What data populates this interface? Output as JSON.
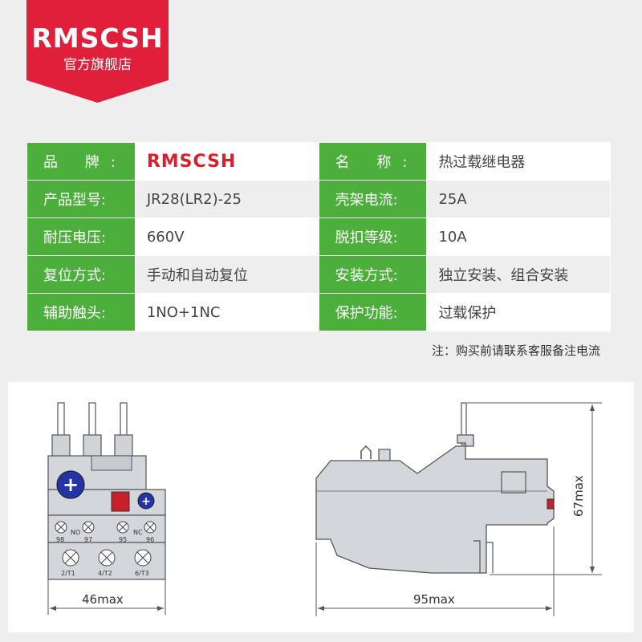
{
  "brand": {
    "logo": "RMSCSH",
    "subtitle": "官方旗舰店",
    "color": "#e0203a"
  },
  "specs": {
    "rows": [
      {
        "k1": "品 牌:",
        "v1": "RMSCSH",
        "k2": "名 称:",
        "v2": "热过载继电器"
      },
      {
        "k1": "产品型号:",
        "v1": "JR28(LR2)-25",
        "k2": "壳架电流:",
        "v2": "25A"
      },
      {
        "k1": "耐压电压:",
        "v1": "660V",
        "k2": "脱扣等级:",
        "v2": "10A"
      },
      {
        "k1": "复位方式:",
        "v1": "手动和自动复位",
        "k2": "安装方式:",
        "v2": "独立安装、组合安装"
      },
      {
        "k1": "辅助触头:",
        "v1": "1NO+1NC",
        "k2": "保护功能:",
        "v2": "过载保护"
      }
    ],
    "key_color": "#4daf3b"
  },
  "note": "注：购买前请联系客服备注电流",
  "drawing": {
    "front": {
      "width_label": "46max",
      "terminal_labels": [
        "98",
        "97",
        "95",
        "96"
      ],
      "contact_labels": [
        "NO",
        "NC"
      ],
      "output_labels": [
        "2/T1",
        "4/T2",
        "6/T3"
      ],
      "plus": "+"
    },
    "side": {
      "width_label": "95max",
      "height_label": "67max"
    }
  }
}
